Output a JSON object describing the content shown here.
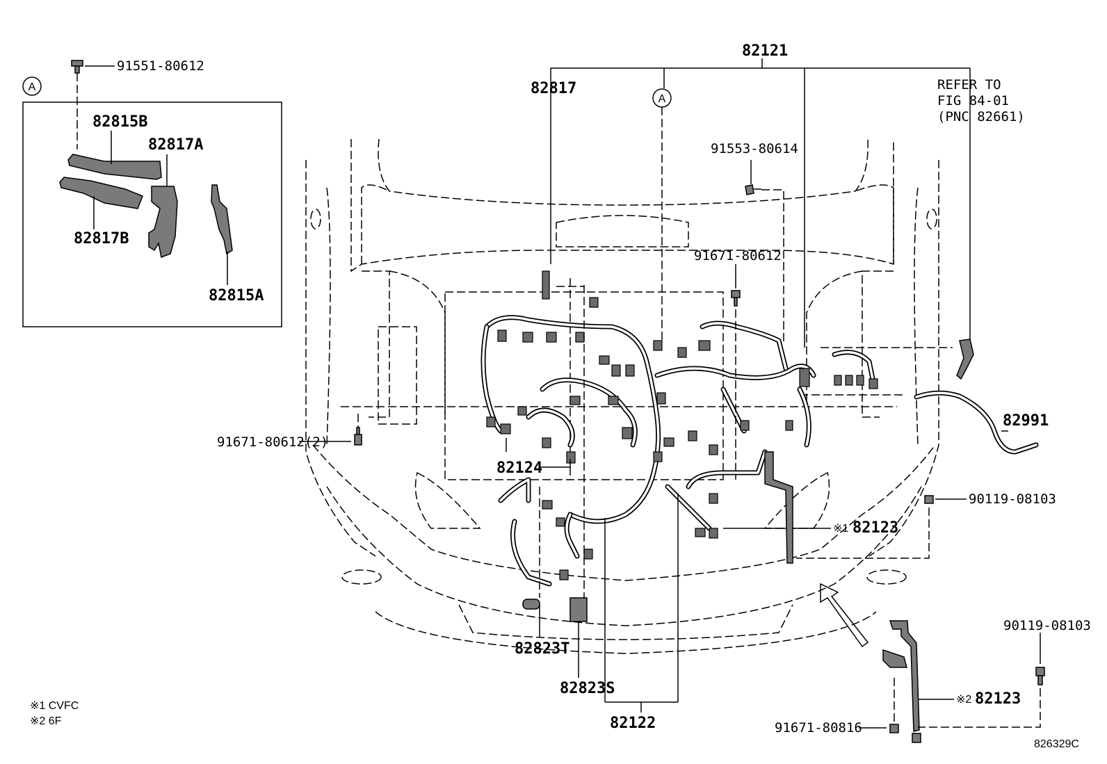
{
  "part_labels": {
    "p82121": "82121",
    "p82817": "82817",
    "refer_line1": "REFER TO",
    "refer_line2": "FIG 84-01",
    "refer_line3": "(PNC 82661)",
    "p91553": "91553-80614",
    "p91671_top": "91671-80612",
    "p82991": "82991",
    "p91671_2": "91671-80612(2)",
    "p82124": "82124",
    "p90119_right": "90119-08103",
    "p82123_1_mark": "※1",
    "p82123_1": "82123",
    "p82823T": "82823T",
    "p82823S": "82823S",
    "p82122": "82122",
    "p90119_bottom": "90119-08103",
    "p82123_2_mark": "※2",
    "p82123_2": "82123",
    "p91671_bottom": "91671-80816"
  },
  "inset": {
    "callout": "A",
    "bolt": "91551-80612",
    "p82815B": "82815B",
    "p82817A": "82817A",
    "p82817B": "82817B",
    "p82815A": "82815A"
  },
  "main_callout": "A",
  "notes": {
    "note1": "※1 CVFC",
    "note2": "※2 6F"
  },
  "figure_id": "826329C"
}
